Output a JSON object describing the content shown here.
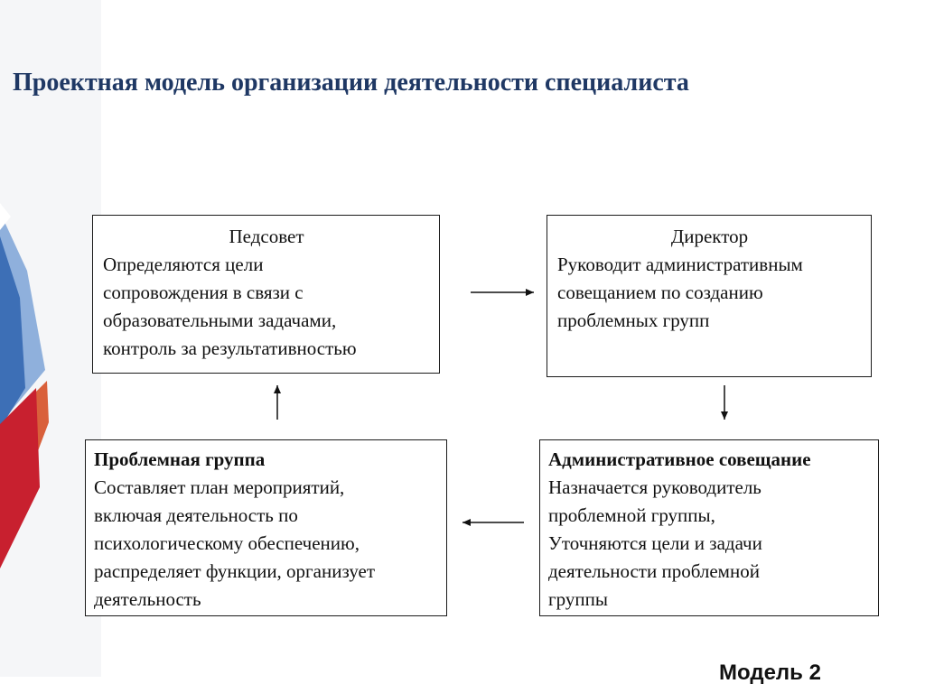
{
  "title": "Проектная модель организации деятельности специалиста",
  "boxes": {
    "pedsovet": {
      "heading": "Педсовет",
      "lines": [
        "Определяются цели",
        "сопровождения в связи с",
        "образовательными задачами,",
        "контроль за результативностью"
      ]
    },
    "director": {
      "heading": "Директор",
      "lines": [
        "Руководит административным",
        "совещанием по созданию",
        "проблемных групп"
      ]
    },
    "group": {
      "heading": "Проблемная группа",
      "lines": [
        "Составляет план мероприятий,",
        "включая деятельность по",
        "психологическому обеспечению,",
        "распределяет функции, организует",
        "деятельность"
      ]
    },
    "meeting": {
      "heading": "Административное совещание",
      "lines": [
        "Назначается руководитель",
        "проблемной группы,",
        "Уточняются цели и задачи",
        "деятельности проблемной",
        "группы"
      ]
    }
  },
  "model_label": "Модель 2",
  "colors": {
    "title": "#1f3864",
    "accent_blue": "#3d6fb6",
    "accent_red": "#c8202f",
    "accent_orange": "#d9603b"
  }
}
